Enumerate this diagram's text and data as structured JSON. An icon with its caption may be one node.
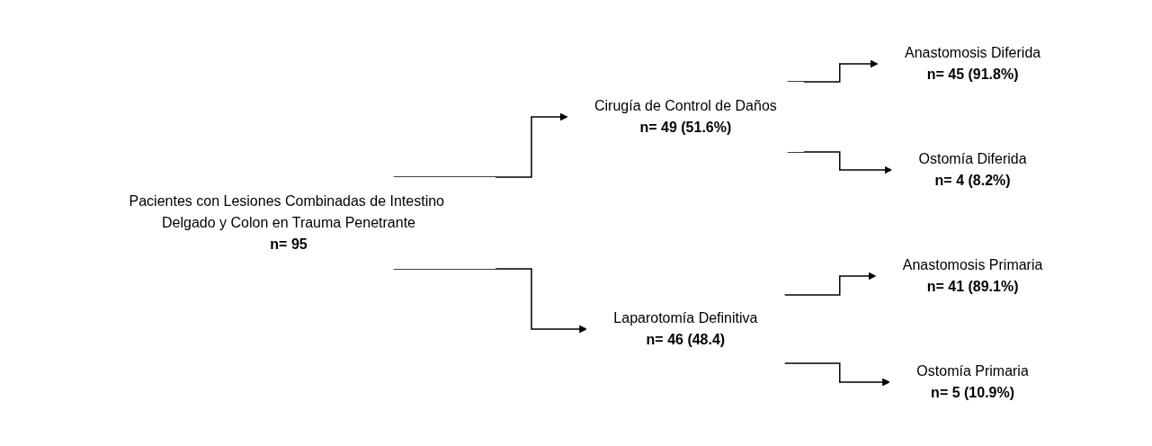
{
  "diagram": {
    "nodes": [
      {
        "text": [
          "Pacientes con Lesiones Combinadas de Intestino Delgado y Colon en Trauma Penetrante",
          "n= 95"
        ]
      },
      {
        "text": [
          "Cirugía de Control de Daños",
          "n= 49 (51.6%)"
        ]
      },
      {
        "text": [
          "Anastomosis Diferida",
          "n= 45 (91.8%)"
        ]
      },
      {
        "text": [
          "Ostomía Diferida",
          "n= 4 (8.2%)"
        ]
      },
      {
        "text": [
          "Laparotomía Definitiva",
          "n= 46 (48.4)"
        ]
      },
      {
        "text": [
          "Anastomosis Primaria",
          "n= 41 (89.1%)"
        ]
      },
      {
        "text": [
          "Ostomía Primaria",
          "n= 5 (10.9%)"
        ]
      }
    ],
    "edges": [
      {
        "from": 0,
        "to": 1,
        "arrow": "to"
      },
      {
        "from": 0,
        "to": 4,
        "arrow": "to"
      },
      {
        "from": 1,
        "to": 2,
        "arrow": "to"
      },
      {
        "from": 1,
        "to": 3,
        "arrow": "to"
      },
      {
        "from": 4,
        "to": 5,
        "arrow": "to"
      },
      {
        "from": 4,
        "to": 6,
        "arrow": "to"
      }
    ]
  }
}
